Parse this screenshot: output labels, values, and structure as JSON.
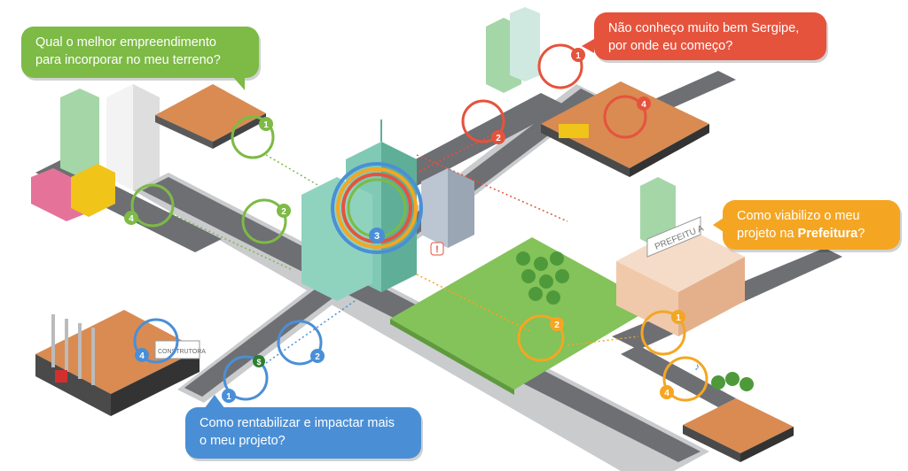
{
  "bubbles": {
    "green": {
      "line1": "Qual o melhor empreendimento",
      "line2": "para incorporar no meu terreno?"
    },
    "red": {
      "line1": "Não conheço muito bem Sergipe,",
      "line2": "por onde eu começo?"
    },
    "orange": {
      "line1": "Como viabilizo o meu",
      "line2_prefix": "projeto na ",
      "line2_bold": "Prefeitura",
      "line2_suffix": "?"
    },
    "blue": {
      "line1": "Como rentabilizar e impactar mais",
      "line2": "o meu projeto?"
    }
  },
  "labels": {
    "prefeitura_sign": "PREFEITU A",
    "construtora_sign": "CONSTRUTORA",
    "dollar": "$",
    "exclaim": "!",
    "note": "♪"
  },
  "markers": {
    "green": [
      "1",
      "2",
      "4"
    ],
    "red": [
      "1",
      "2",
      "4"
    ],
    "orange": [
      "1",
      "2",
      "4"
    ],
    "blue": [
      "1",
      "2",
      "4"
    ],
    "center": "3"
  },
  "colors": {
    "green": "#7dba46",
    "red": "#e5533d",
    "orange": "#f4a623",
    "blue": "#4a8fd6",
    "road": "#6d6f73",
    "sidewalk": "#c9cbcd",
    "grass": "#84c25a"
  }
}
